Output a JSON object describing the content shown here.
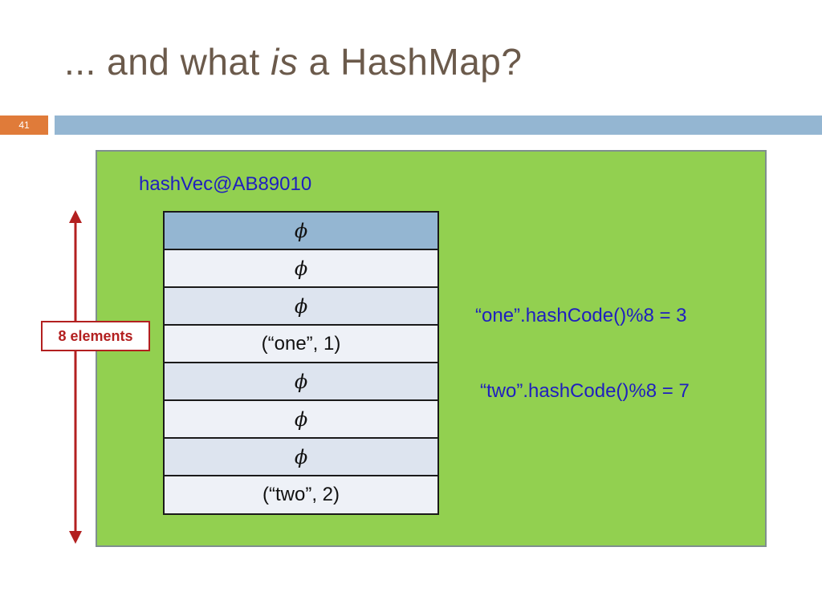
{
  "slide": {
    "title_prefix": "... and what ",
    "title_emph": "is",
    "title_suffix": " a HashMap?",
    "number": "41"
  },
  "diagram": {
    "vector_label": "hashVec@AB89010",
    "size_label": "8 elements",
    "cells": [
      "ϕ",
      "ϕ",
      "ϕ",
      "(“one”, 1)",
      "ϕ",
      "ϕ",
      "ϕ",
      "(“two”, 2)"
    ],
    "equations": [
      "“one”.hashCode()%8 = 3",
      "“two”.hashCode()%8 = 7"
    ]
  },
  "colors": {
    "panel": "#92d050",
    "header_bar": "#94b6d2",
    "slide_number": "#e07b39",
    "text_blue": "#1f1fbf",
    "arrow_red": "#b32020"
  }
}
